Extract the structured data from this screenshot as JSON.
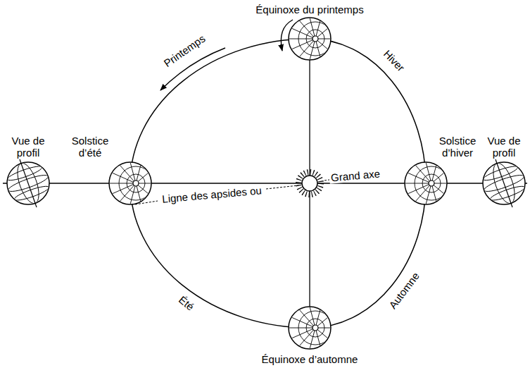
{
  "diagram": {
    "labels": [
      "Équinoxe du printemps",
      "Printemps",
      "Hiver",
      "Vue de profil",
      "Solstice d’été",
      "Solstice d’hiver",
      "Vue de profil",
      "Ligne des apsides ou",
      "Grand axe",
      "Été",
      "Automne",
      "Équinoxe d’automne"
    ]
  }
}
